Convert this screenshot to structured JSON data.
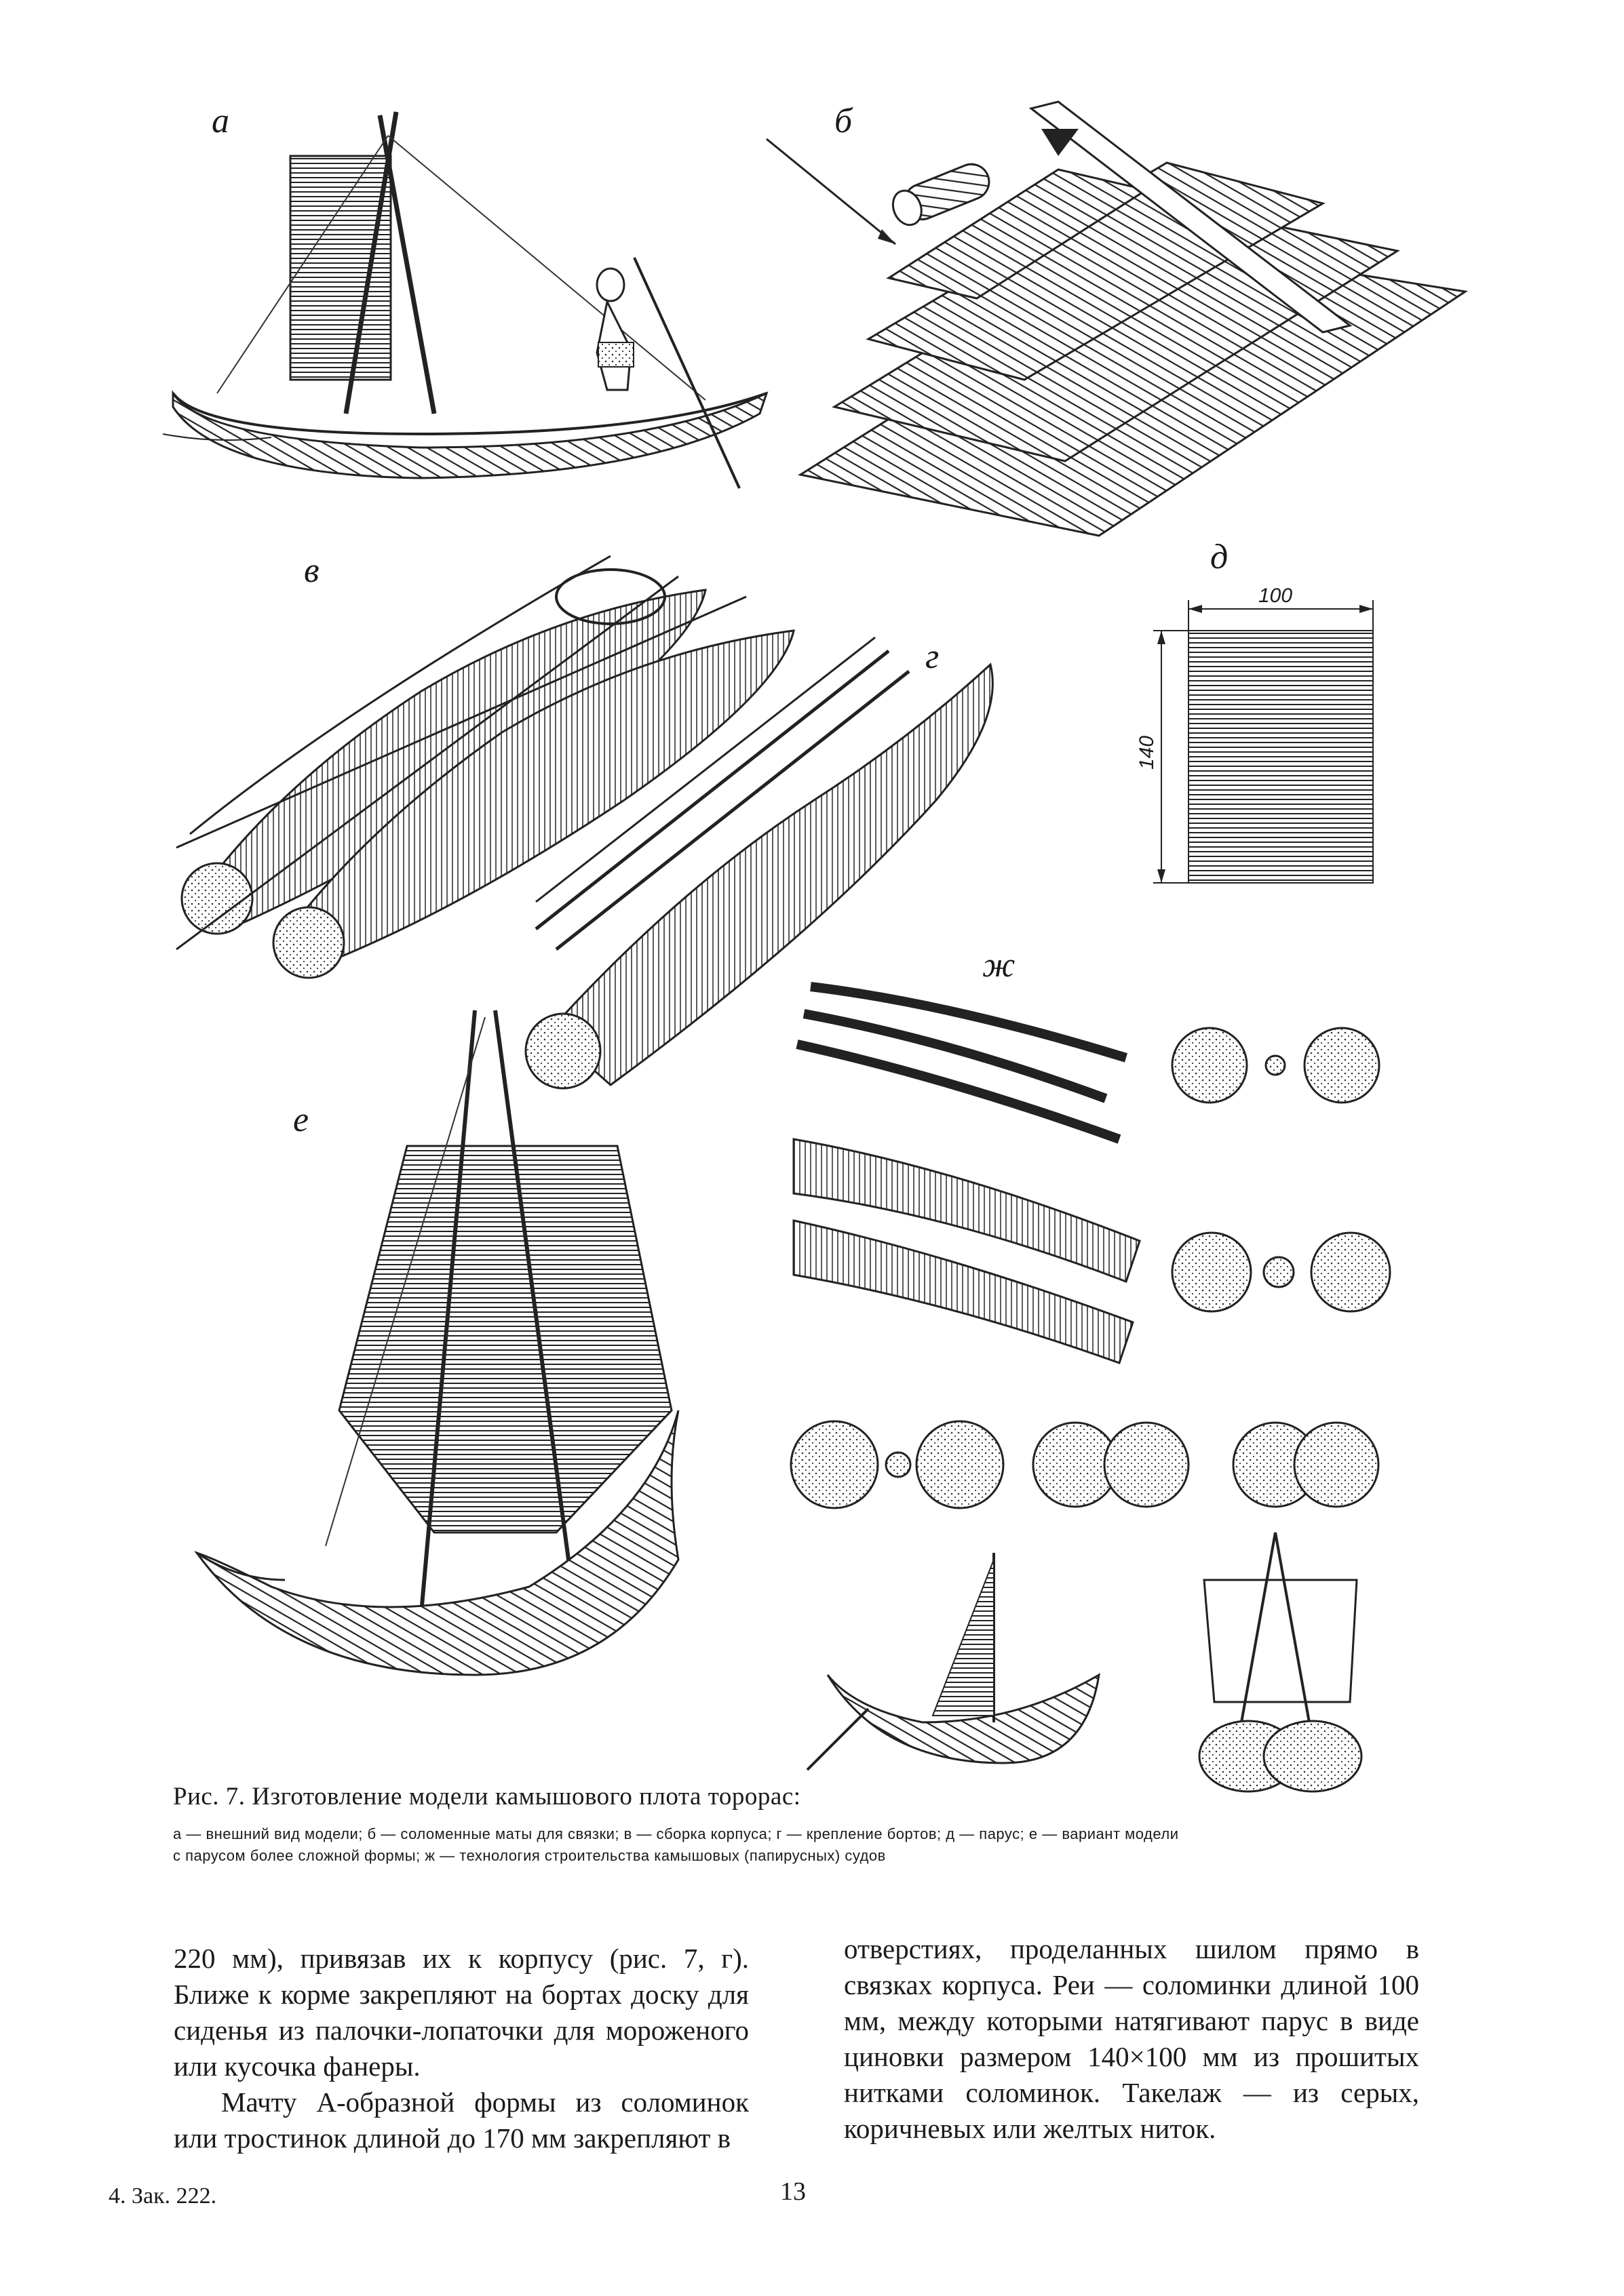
{
  "figure": {
    "labels": {
      "a": "а",
      "b": "б",
      "v": "в",
      "g": "г",
      "d": "д",
      "e": "е",
      "zh": "ж"
    },
    "dimensions": {
      "width": "100",
      "height": "140"
    }
  },
  "caption": {
    "title": "Рис. 7. Изготовление модели камышового плота торорас:",
    "legend_line1": "а — внешний вид модели; б — соломенные маты для связки; в — сборка корпуса; г — крепление бортов; д — парус;   е — вариант модели",
    "legend_line2": "с парусом более сложной формы; ж — технология строительства камышовых (папирусных) судов"
  },
  "body": {
    "left_p1": "220 мм), привязав их к корпусу (рис. 7, г). Ближе к корме закрепляют на бортах доску для сиденья из палочки-лопаточки для мороженого или кусочка фанеры.",
    "left_p2": "Мачту А-образной формы из соломинок или тростинок длиной до 170 мм закрепляют в",
    "right_p1": "отверстиях, проделанных шилом прямо в связках корпуса. Реи — соломинки длиной 100 мм, между которыми натягивают парус в виде циновки размером 140×100 мм из прошитых нитками соломинок. Такелаж — из серых, коричневых или желтых ниток."
  },
  "footer": {
    "order": "4. Зак. 222.",
    "page_number": "13"
  }
}
